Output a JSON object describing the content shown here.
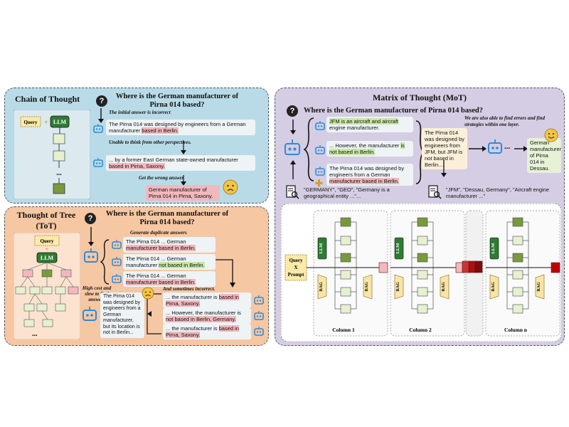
{
  "cot": {
    "title": "Chain of Thought",
    "question": "Where is the German manufacturer of Pirna 014 based?",
    "query_label": "Query",
    "llm_label": "LLM",
    "note_initial": "The initial answer is incorrect",
    "answer1_a": "The Pirna 014 was designed by engineers from a German manufacturer ",
    "answer1_b": "based in Berlin.",
    "note_unable": "Unable to think from other perspectives.",
    "answer2_a": "... by a former East German state-owned manufacturer ",
    "answer2_b": "based in Pirna, Saxony.",
    "note_wrong": "Get the wrong answer",
    "wrong_answer": "German manufacturer of Pirna 014 in Pirna, Saxony.",
    "dots": "..."
  },
  "tot": {
    "title_line1": "Thought of Tree",
    "title_line2": "(ToT)",
    "question": "Where is the German manufacturer of Pirna 014 based?",
    "query_label": "Query",
    "llm_label": "LLM",
    "note_duplicate": "Generate duplicate answers",
    "ans1_a": "The Pirna 014 ... German ",
    "ans1_b": "manufacturer based in Berlin.",
    "ans2_a": "The Pirna 014 ... German manufacturer ",
    "ans2_b": "not based in Berlin.",
    "ans3_a": "The Pirna 014 ... German ",
    "ans3_b": "manufacturer based in Berlin.",
    "note_incorrect": "And sometimes incorrect.",
    "r1_a": "... the manufacturer is ",
    "r1_b": "based in Pirna, Saxony.",
    "r2_a": "... However, the manufacturer is ",
    "r2_b": "not based in Berlin, Germany.",
    "r3_a": "... the manufacturer is ",
    "r3_b": "based in Pirna, Saxony.",
    "note_cost": "High cost and slow to find answers",
    "final_answer": "The Pirna 014 was designed by engineers from a German manufacturer, but its location is not in Berlin...",
    "dots": "..."
  },
  "mot": {
    "title": "Matrix of Thought (MoT)",
    "question": "Where is the German manufacturer of Pirna 014 based?",
    "b1_a": "JFM is an aircraft and ",
    "b1_b": "aircraft",
    "b1_c": " engine manufacturer.",
    "b2_a": "... However, the manufacturer ",
    "b2_b": "is not based in Berlin.",
    "b3_a": "The Pirna 014 was designed by engineers from a German ",
    "b3_b": "manufacturer based in Berlin.",
    "mid": "The Pirna 014 was designed by engineers from JFM, but JFM is not based in Berlin....",
    "note_able": "We are also able to find errors and find strategies within one layer.",
    "final": "German manufacturer of Pirna 014 in Dessau.",
    "kg1": "\"GERMANY\", \"GEO\", \"Germany is a geographical entity ...\"...",
    "kg2": "\"JFM\", \"Dessau, Germany\", \"Aircraft engine manufacturer ...\"",
    "dots": "...",
    "query_prompt_1": "Query",
    "query_prompt_x": "X",
    "query_prompt_2": "Prompt",
    "col1": "Column 1",
    "col2": "Column 2",
    "coln": "Column n",
    "llm": "LLM",
    "rag": "RAG"
  },
  "colors": {
    "cot_bg": "#b9dbe8",
    "tot_bg": "#f6c7a3",
    "mot_bg": "#d4cde3",
    "llm_green": "#2e7d32",
    "node_dark": "#7a9a3a",
    "node_light": "#e7f0cf",
    "highlight_red": "#f1b8bd",
    "highlight_green": "#c9e7a5",
    "robot_blue": "#2d8cd8"
  },
  "icons": [
    "question-icon",
    "robot-icon",
    "search-document-icon",
    "sad-face-icon",
    "happy-face-icon",
    "plus-icon"
  ]
}
